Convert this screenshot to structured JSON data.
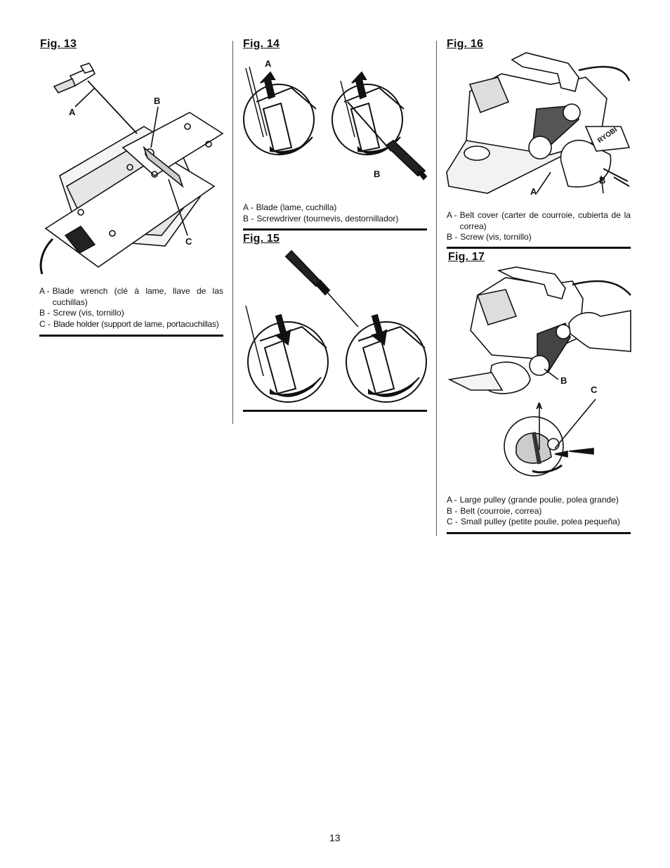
{
  "fig13": {
    "title": "Fig. 13",
    "callouts": {
      "a": "A",
      "b": "B",
      "c": "C"
    },
    "legend": [
      {
        "key": "A -",
        "text": "Blade wrench (clé à lame, llave de las cuchillas)"
      },
      {
        "key": "B -",
        "text": "Screw (vis, tornillo)"
      },
      {
        "key": "C -",
        "text": "Blade holder (support de lame, portacuchillas)"
      }
    ]
  },
  "fig14": {
    "title": "Fig. 14",
    "callouts": {
      "a": "A",
      "b": "B"
    },
    "legend": [
      {
        "key": "A -",
        "text": "Blade (lame, cuchilla)"
      },
      {
        "key": "B -",
        "text": "Screwdriver (tournevis, destornillador)"
      }
    ]
  },
  "fig15": {
    "title": "Fig. 15"
  },
  "fig16": {
    "title": "Fig. 16",
    "callouts": {
      "a": "A",
      "b": "B"
    },
    "brand_mark": "RYOBI",
    "legend": [
      {
        "key": "A -",
        "text": "Belt cover (carter de courroie, cubierta de la correa)"
      },
      {
        "key": "B -",
        "text": "Screw (vis, tornillo)"
      }
    ]
  },
  "fig17": {
    "title": "Fig. 17",
    "callouts": {
      "a": "A",
      "b": "B",
      "c": "C"
    },
    "legend": [
      {
        "key": "A -",
        "text": "Large pulley (grande poulie, polea grande)"
      },
      {
        "key": "B -",
        "text": "Belt (courroie, correa)"
      },
      {
        "key": "C -",
        "text": "Small pulley (petite poulie, polea pequeña)"
      }
    ]
  },
  "page_number": "13"
}
